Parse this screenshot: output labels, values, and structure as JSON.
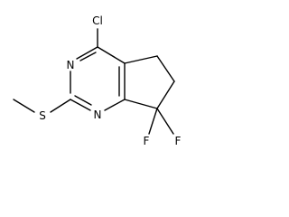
{
  "diagram": {
    "type": "skeletal-structure",
    "atom_labels": {
      "chlorine": "Cl",
      "nitrogen_upper": "N",
      "nitrogen_lower": "N",
      "sulfur": "S",
      "fluorine_left": "F",
      "fluorine_right": "F"
    },
    "colors": {
      "bond": "#000000",
      "label": "#000000",
      "background": "#ffffff"
    }
  }
}
